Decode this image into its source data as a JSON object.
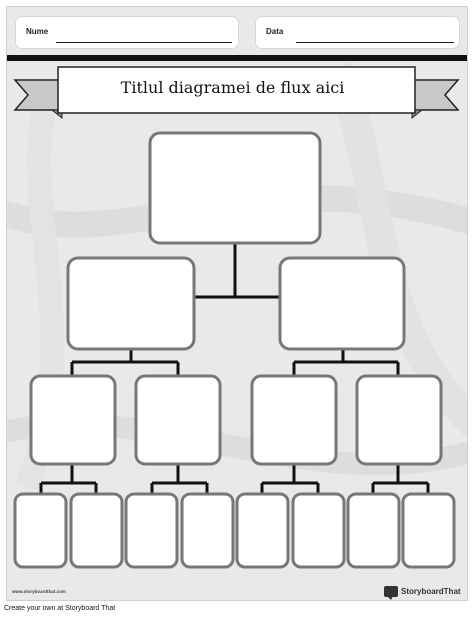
{
  "header": {
    "name_label": "Nume",
    "date_label": "Data"
  },
  "diagram": {
    "title": "Titlul diagramei de flux aici"
  },
  "footer": {
    "website": "www.storyboardthat.com",
    "logo_text": "StoryboardThat",
    "create_text": "Create your own at Storyboard That"
  },
  "colors": {
    "box_border": "#777777",
    "connector": "#111111",
    "page_background": "#e9e9e9",
    "header_bar": "#111111"
  },
  "icons": [
    "storyboardthat-logo-icon"
  ]
}
